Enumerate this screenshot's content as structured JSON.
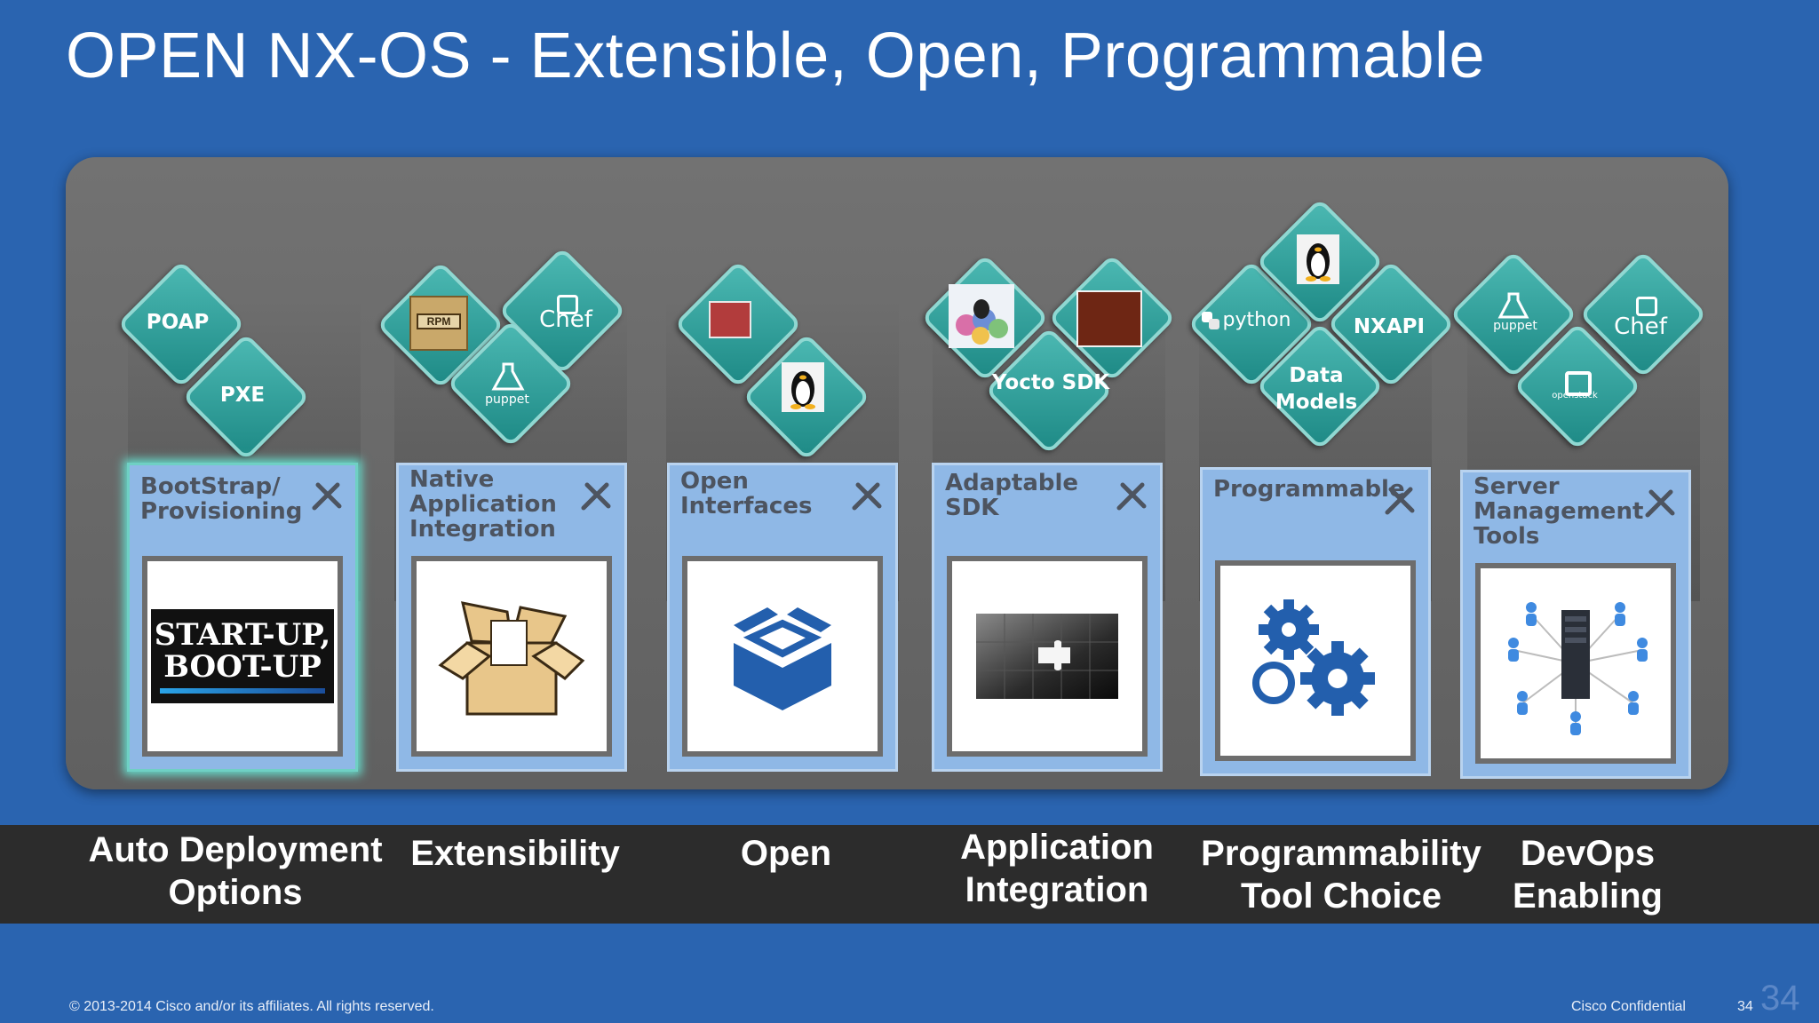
{
  "title": "OPEN NX-OS - Extensible, Open, Programmable",
  "columns": [
    {
      "card_title": "BootStrap/ Provisioning",
      "diamonds": [
        "POAP",
        "PXE"
      ],
      "category": "Auto Deployment Options",
      "image_text": "START-UP, BOOT-UP"
    },
    {
      "card_title": "Native Application Integration",
      "diamonds": [
        "RPM",
        "Chef",
        "puppet"
      ],
      "category": "Extensibility"
    },
    {
      "card_title": "Open Interfaces",
      "diamonds": [],
      "category": "Open"
    },
    {
      "card_title": "Adaptable SDK",
      "diamonds": [
        "Yocto SDK"
      ],
      "category": "Application Integration"
    },
    {
      "card_title": "Programmable",
      "diamonds": [
        "python",
        "NXAPI",
        "Data Models"
      ],
      "category": "Programmability Tool Choice"
    },
    {
      "card_title": "Server Management Tools",
      "diamonds": [
        "puppet",
        "Chef",
        "openstack"
      ],
      "category": "DevOps Enabling"
    }
  ],
  "footer": {
    "copyright": "© 2013-2014  Cisco and/or its affiliates. All rights reserved.",
    "confidential": "Cisco Confidential",
    "page": "34"
  },
  "colors": {
    "background": "#2a64b0",
    "diamond": "#2fa39e",
    "card": "#8fb8e6",
    "band": "#2c2c2c"
  },
  "icons": [
    "tools-icon",
    "linux-penguin-icon",
    "box-icon",
    "cube-icon",
    "puzzle-icon",
    "gears-icon",
    "server-network-icon"
  ]
}
